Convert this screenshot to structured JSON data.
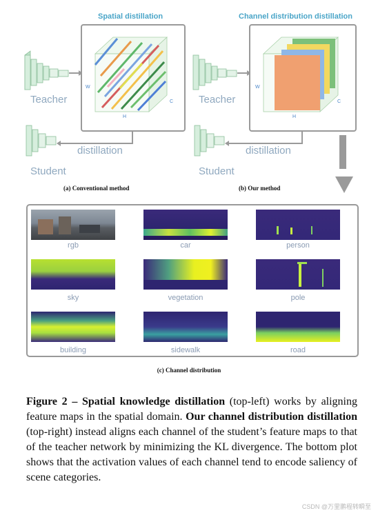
{
  "figure": {
    "panel_a": {
      "title": "Spatial distillation",
      "teacher": "Teacher",
      "student": "Student",
      "arrow_label": "distillation",
      "axis_w": "W",
      "axis_h": "H",
      "axis_c": "C",
      "subcaption": "(a) Conventional method"
    },
    "panel_b": {
      "title": "Channel distribution distillation",
      "teacher": "Teacher",
      "student": "Student",
      "arrow_label": "distillation",
      "axis_w": "W",
      "axis_h": "H",
      "axis_c": "C",
      "subcaption": "(b) Our method"
    },
    "panel_c": {
      "thumbnails": [
        {
          "label": "rgb"
        },
        {
          "label": "car"
        },
        {
          "label": "person"
        },
        {
          "label": "sky"
        },
        {
          "label": "vegetation"
        },
        {
          "label": "pole"
        },
        {
          "label": "building"
        },
        {
          "label": "sidewalk"
        },
        {
          "label": "road"
        }
      ],
      "subcaption": "(c) Channel distribution"
    },
    "colors": {
      "accent_title": "#4aa5c8",
      "network_block": "#cfe8d6",
      "arrow_gray": "#9a9a9a",
      "heatmap_low": "#2e1a6b",
      "heatmap_high": "#e8f020"
    }
  },
  "caption": {
    "label": "Figure 2 – Spatial knowledge distillation",
    "part1": " (top-left) works by aligning feature maps in the spatial domain. ",
    "bold2": "Our channel distribution distillation",
    "part2": " (top-right) instead aligns each channel of the student’s feature maps to that of the teacher network by minimizing the KL divergence. The bottom plot shows that the activation values of each channel tend to encode saliency of scene categories."
  },
  "watermark": "CSDN @万里鹏程转瞬至"
}
